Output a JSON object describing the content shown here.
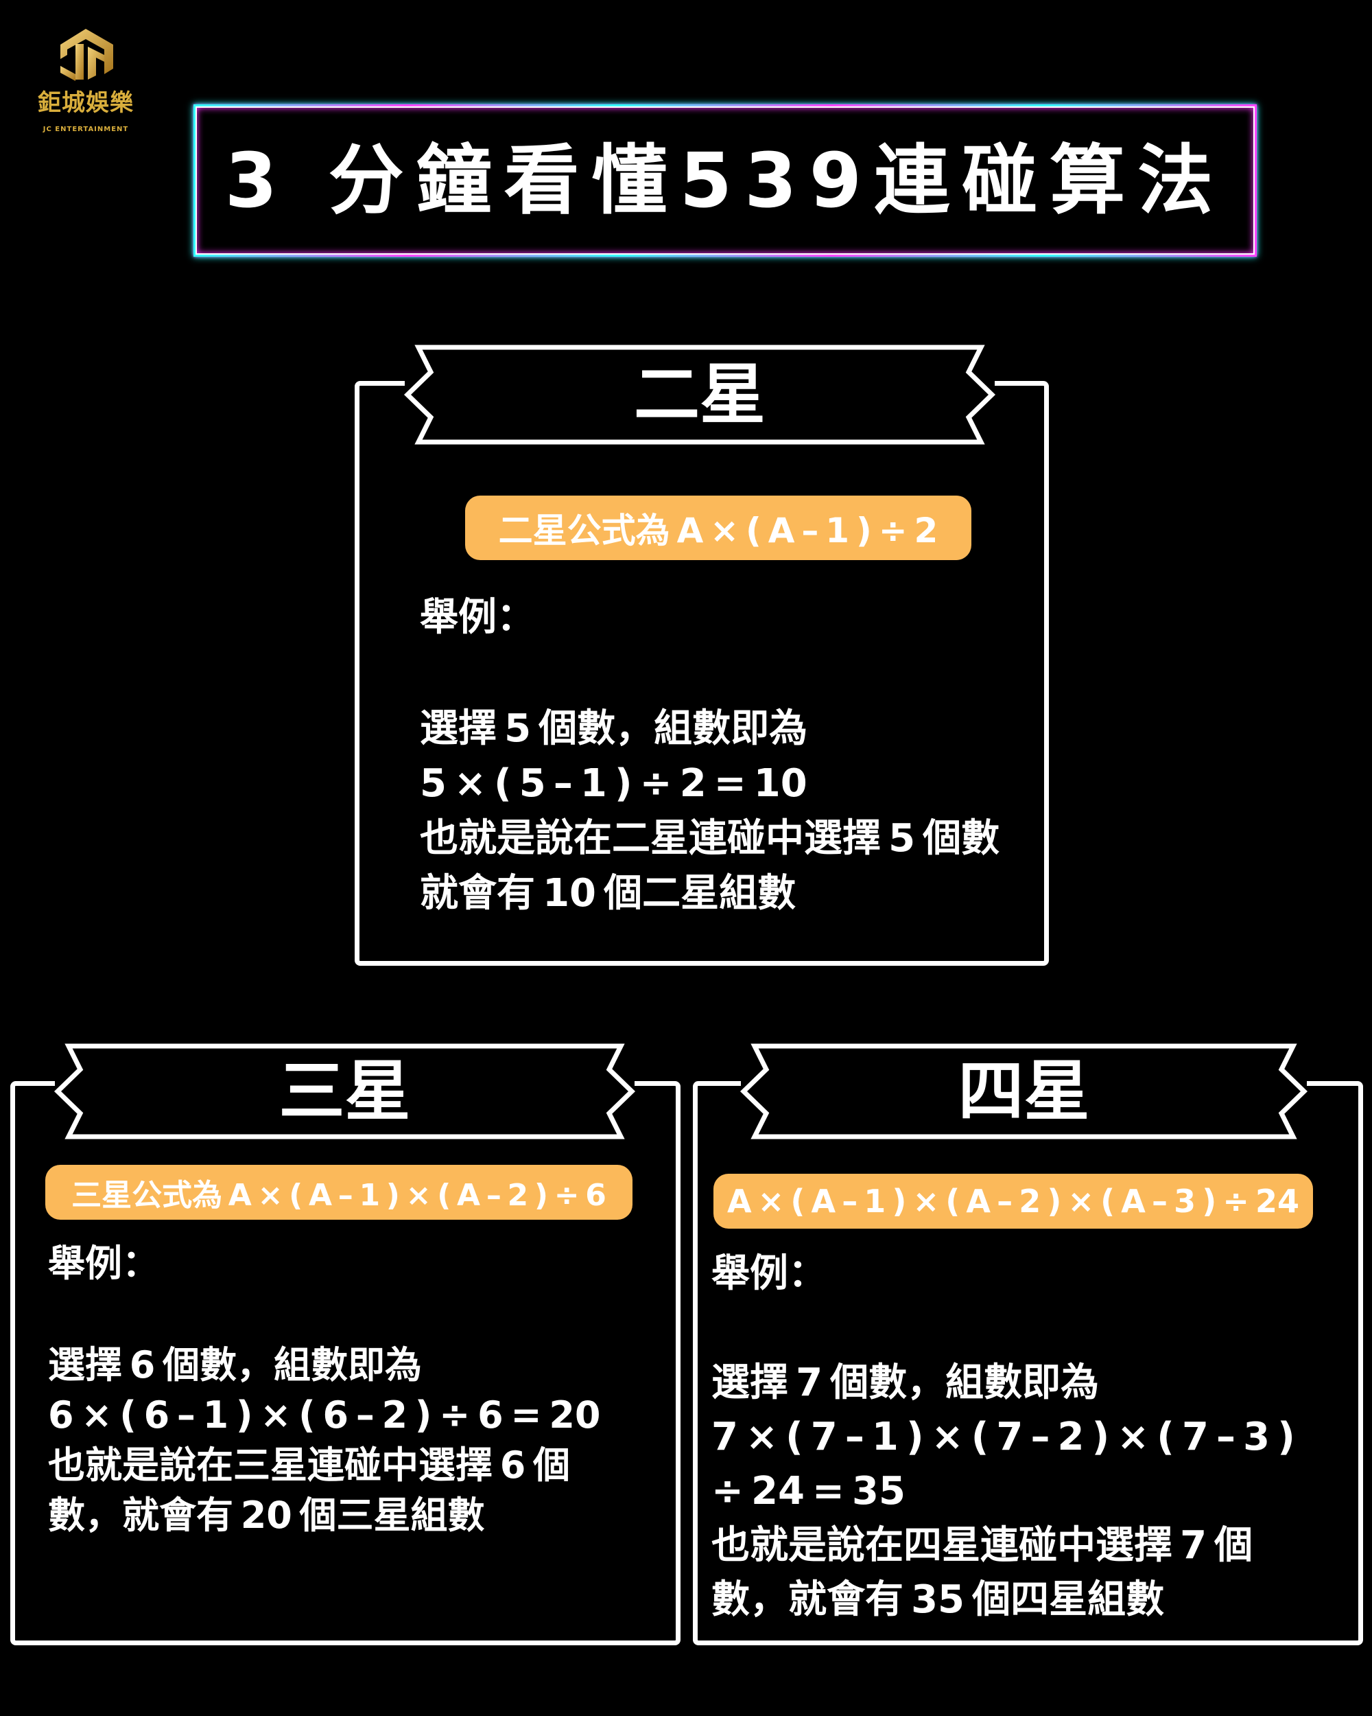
{
  "logo": {
    "name": "鉅城娛樂",
    "sub": "JC ENTERTAINMENT"
  },
  "title": "3 分鐘看懂539連碰算法",
  "two_star": {
    "heading": "二星",
    "formula": "二星公式為 A × ( A – 1 ) ÷ 2",
    "example_label": "舉例：",
    "lines": [
      "選擇 5 個數，組數即為",
      "5 × ( 5 – 1 ) ÷ 2 = 10",
      "也就是說在二星連碰中選擇 5 個數",
      "就會有 10 個二星組數"
    ]
  },
  "three_star": {
    "heading": "三星",
    "formula": "三星公式為 A × ( A – 1 ) × ( A – 2 ) ÷ 6",
    "example_label": "舉例：",
    "lines": [
      "選擇 6 個數，組數即為",
      "6 × ( 6 – 1 ) × ( 6 – 2 ) ÷ 6 = 20",
      "也就是說在三星連碰中選擇 6 個",
      "數，就會有 20 個三星組數"
    ]
  },
  "four_star": {
    "heading": "四星",
    "formula": "A × ( A – 1 ) × ( A – 2 ) × ( A – 3 ) ÷ 24",
    "example_label": "舉例：",
    "lines": [
      "選擇 7 個數，組數即為",
      "7 × ( 7 – 1 ) × ( 7 – 2 ) × ( 7 – 3 )",
      "÷ 24 = 35",
      "也就是說在四星連碰中選擇 7 個",
      "數，就會有 35 個四星組數"
    ]
  },
  "colors": {
    "accent": "#fbb95a",
    "neon_cyan": "#33ffff",
    "neon_pink": "#ff44ff"
  }
}
